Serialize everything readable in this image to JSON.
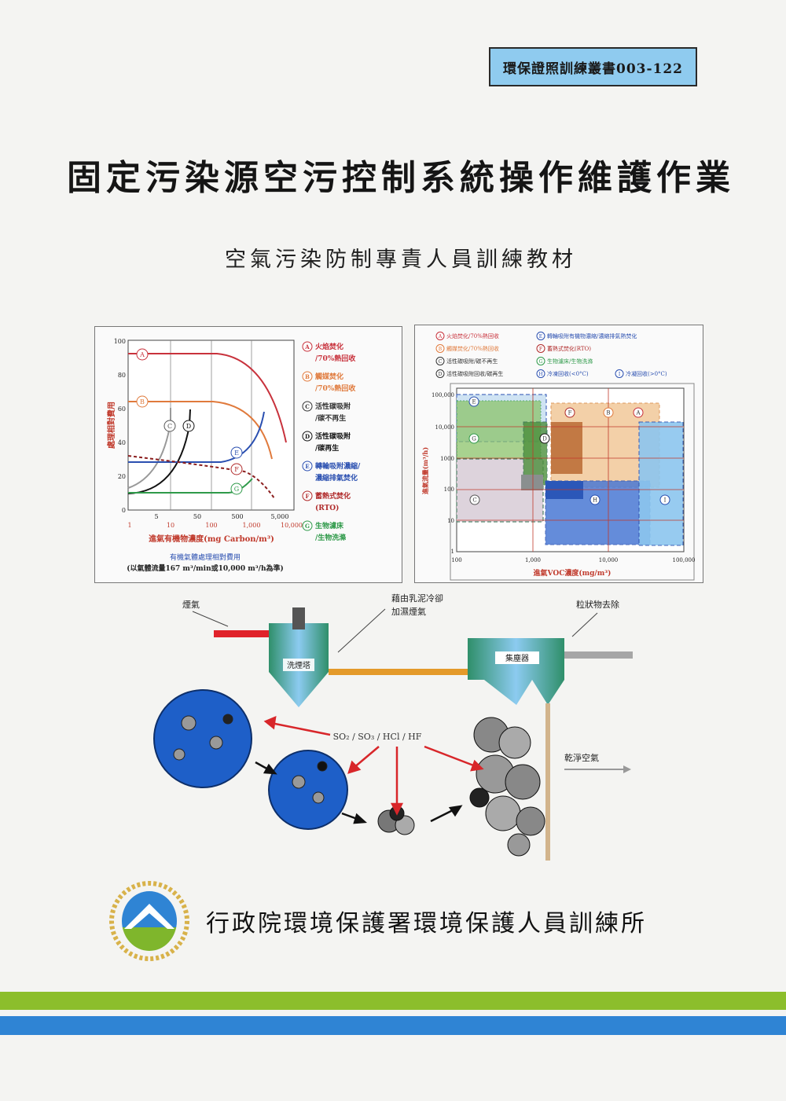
{
  "series_label": "環保證照訓練叢書003-122",
  "title": "固定污染源空污控制系統操作維護作業",
  "subtitle": "空氣污染防制專責人員訓練教材",
  "left_chart": {
    "ylabel": "處理相對費用",
    "yticks": [
      "0",
      "20",
      "40",
      "60",
      "80",
      "100"
    ],
    "xticks_top": [
      "5",
      "50",
      "500",
      "5,000"
    ],
    "xticks_bottom": [
      "1",
      "10",
      "100",
      "1,000",
      "10,000"
    ],
    "xlabel": "進氣有機物濃度(mg Carbon/m³)",
    "caption_line1": "有機氣體處理相對費用",
    "caption_line2": "(以氣體流量167 m³/min或10,000 m³/h為準)",
    "curve_markers": [
      "A",
      "B",
      "C",
      "D",
      "E",
      "F",
      "G"
    ],
    "legend": [
      {
        "key": "A",
        "line1": "火焰焚化",
        "line2": "/70%熱回收",
        "color": "#c8323c"
      },
      {
        "key": "B",
        "line1": "觸媒焚化",
        "line2": "/70%熱回收",
        "color": "#e07a3c"
      },
      {
        "key": "C",
        "line1": "活性碳吸附",
        "line2": "/碳不再生",
        "color": "#333333"
      },
      {
        "key": "D",
        "line1": "活性碳吸附",
        "line2": "/碳再生",
        "color": "#111111"
      },
      {
        "key": "E",
        "line1": "轉輪吸附濃縮/",
        "line2": "濃縮排氣焚化",
        "color": "#2a4fb0"
      },
      {
        "key": "F",
        "line1": "蓄熱式焚化",
        "line2": "(RTO)",
        "color": "#b02a2a"
      },
      {
        "key": "G",
        "line1": "生物濾床",
        "line2": "/生物洗滌",
        "color": "#2f9a4a"
      }
    ]
  },
  "right_chart": {
    "legend": [
      {
        "key": "A",
        "label": "火焰焚化/70%熱回收",
        "color": "#c8323c"
      },
      {
        "key": "E",
        "label": "轉輪吸附有機物濃縮/濃縮排氣熱焚化",
        "color": "#2a4fb0"
      },
      {
        "key": "B",
        "label": "觸媒焚化/70%熱回收",
        "color": "#e07a3c"
      },
      {
        "key": "F",
        "label": "蓄熱式焚化(RTO)",
        "color": "#b02a2a"
      },
      {
        "key": "C",
        "label": "活性碳吸附/碳不再生",
        "color": "#333333"
      },
      {
        "key": "G",
        "label": "生物濾床/生物洗滌",
        "color": "#2f9a4a"
      },
      {
        "key": "D",
        "label": "活性碳吸附回收/碳再生",
        "color": "#333333"
      },
      {
        "key": "H",
        "label": "冷凍回收(<0°C)",
        "color": "#2a4fb0"
      },
      {
        "key": "I",
        "label": "冷凝回收(>0°C)",
        "color": "#2a4fb0"
      }
    ],
    "ylabel": "進氣流量(m³/h)",
    "yticks": [
      "1",
      "10",
      "100",
      "1000",
      "10,000",
      "100,000"
    ],
    "xticks": [
      "100",
      "1,000",
      "10,000",
      "100,000"
    ],
    "xlabel": "進氣VOC濃度(mg/m³)",
    "region_markers": [
      "A",
      "B",
      "C",
      "D",
      "E",
      "F",
      "G",
      "H",
      "I"
    ]
  },
  "diagram": {
    "flue_gas": "煙氣",
    "slurry_note_line1": "藉由乳泥冷卻",
    "slurry_note_line2": "加濕煙氣",
    "particulate_note": "粒狀物去除",
    "scrubber": "洗煙塔",
    "dust_collector": "集塵器",
    "acid_gases": "SO₂ / SO₃ / HCl / HF",
    "clean_air": "乾淨空氣"
  },
  "publisher": "行政院環境保護署環境保護人員訓練所",
  "colors": {
    "green_band": "#8cbe2c",
    "blue_band": "#2f84d4",
    "label_box": "#8fcbef"
  }
}
